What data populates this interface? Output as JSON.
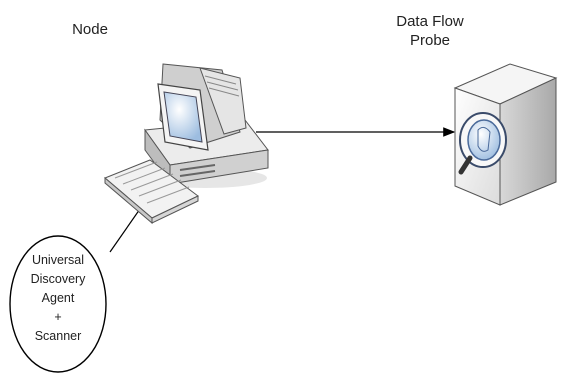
{
  "nodes": {
    "node": {
      "label": "Node",
      "icon": "desktop-computer-icon"
    },
    "probe": {
      "label": "Data Flow\nProbe",
      "icon": "probe-server-icon"
    },
    "agent": {
      "label": "Universal\nDiscovery\nAgent\n+\nScanner"
    }
  },
  "edges": [
    {
      "from": "node",
      "to": "probe",
      "type": "arrow"
    },
    {
      "from": "agent",
      "to": "node",
      "type": "line"
    }
  ],
  "colors": {
    "stroke": "#000000",
    "device_face": "#f2f2f2",
    "device_side": "#cfcfcf",
    "screen": "#a9c6e6",
    "lens": "#c6dcf2"
  }
}
